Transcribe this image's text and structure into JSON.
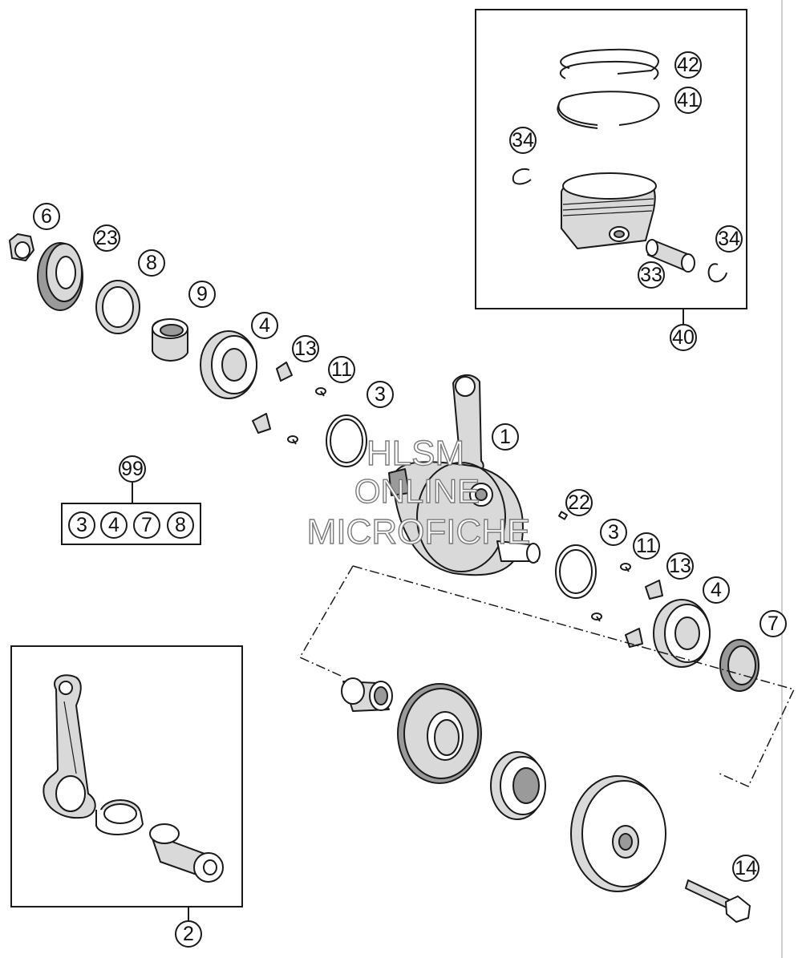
{
  "callouts": {
    "c1": "1",
    "c2": "2",
    "c3a": "3",
    "c3b": "3",
    "c4a": "4",
    "c4b": "4",
    "c6": "6",
    "c7": "7",
    "c8": "8",
    "c9": "9",
    "c11a": "11",
    "c11b": "11",
    "c13a": "13",
    "c13b": "13",
    "c14": "14",
    "c22": "22",
    "c23": "23",
    "c33": "33",
    "c34a": "34",
    "c34b": "34",
    "c40": "40",
    "c41": "41",
    "c42": "42",
    "c99": "99"
  },
  "kit": [
    "3",
    "4",
    "7",
    "8"
  ],
  "watermark": {
    "line1": "HLSM",
    "line2": "ONLINE",
    "line3": "MICROFICHE"
  },
  "colors": {
    "line": "#1a1a1a",
    "shade": "#d9d9d9",
    "watermark_stroke": "#7a7a7a"
  }
}
